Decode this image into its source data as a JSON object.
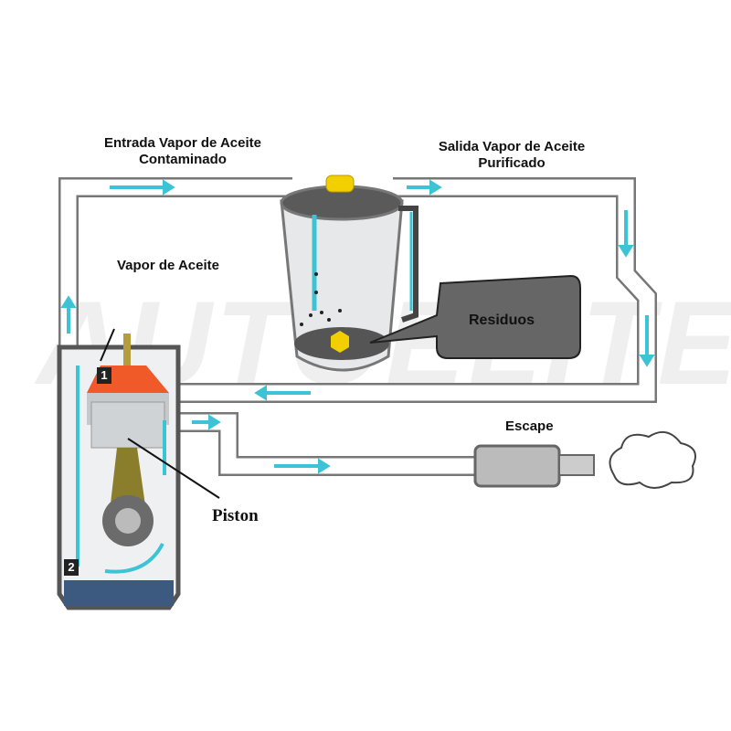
{
  "labels": {
    "inlet": [
      "Entrada Vapor de Aceite",
      "Contaminado"
    ],
    "outlet": [
      "Salida Vapor de Aceite",
      "Purificado"
    ],
    "vapor": "Vapor de Aceite",
    "residue": "Residuos",
    "exhaust": "Escape",
    "piston": "Piston",
    "marker_1": "1",
    "marker_2": "2"
  },
  "watermark": "AUTOELITE",
  "colors": {
    "flow": "#3cc3d6",
    "pipe": "#7a7a7a",
    "engine": "#555",
    "hot": "#f05a28",
    "cap": "#f2d000",
    "callout": "#666"
  }
}
